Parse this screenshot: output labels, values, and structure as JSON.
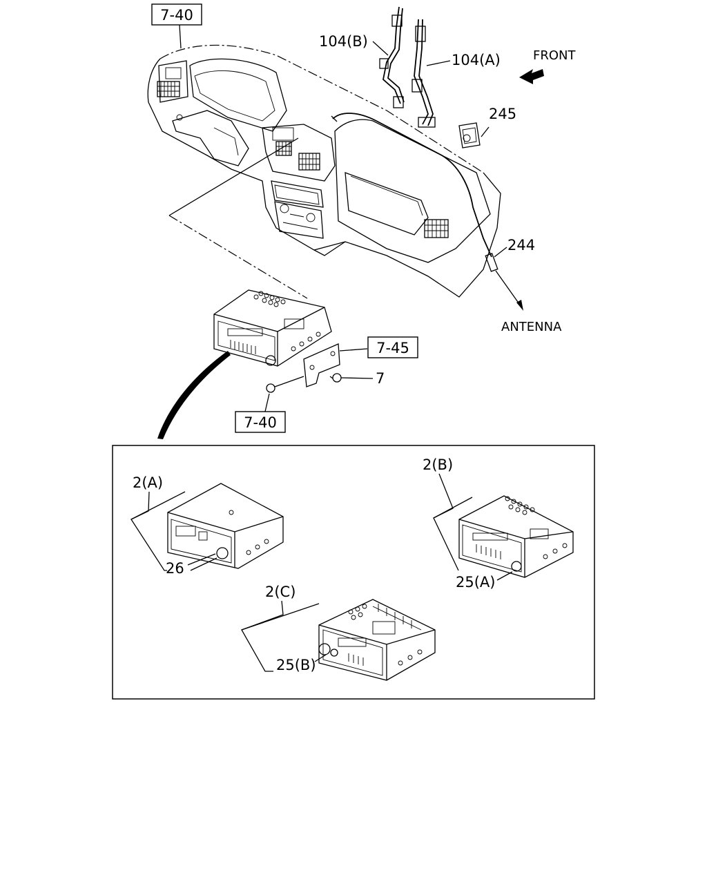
{
  "callouts": {
    "ref_dash_top": "7-40",
    "ref_bracket": "7-45",
    "ref_screw": "7-40",
    "part_104b": "104(B)",
    "part_104a": "104(A)",
    "part_245": "245",
    "part_244": "244",
    "part_7": "7",
    "front": "FRONT",
    "antenna": "ANTENNA"
  },
  "variants": {
    "label_2a": "2(A)",
    "label_2b": "2(B)",
    "label_2c": "2(C)",
    "label_26": "26",
    "label_25a": "25(A)",
    "label_25b": "25(B)"
  }
}
